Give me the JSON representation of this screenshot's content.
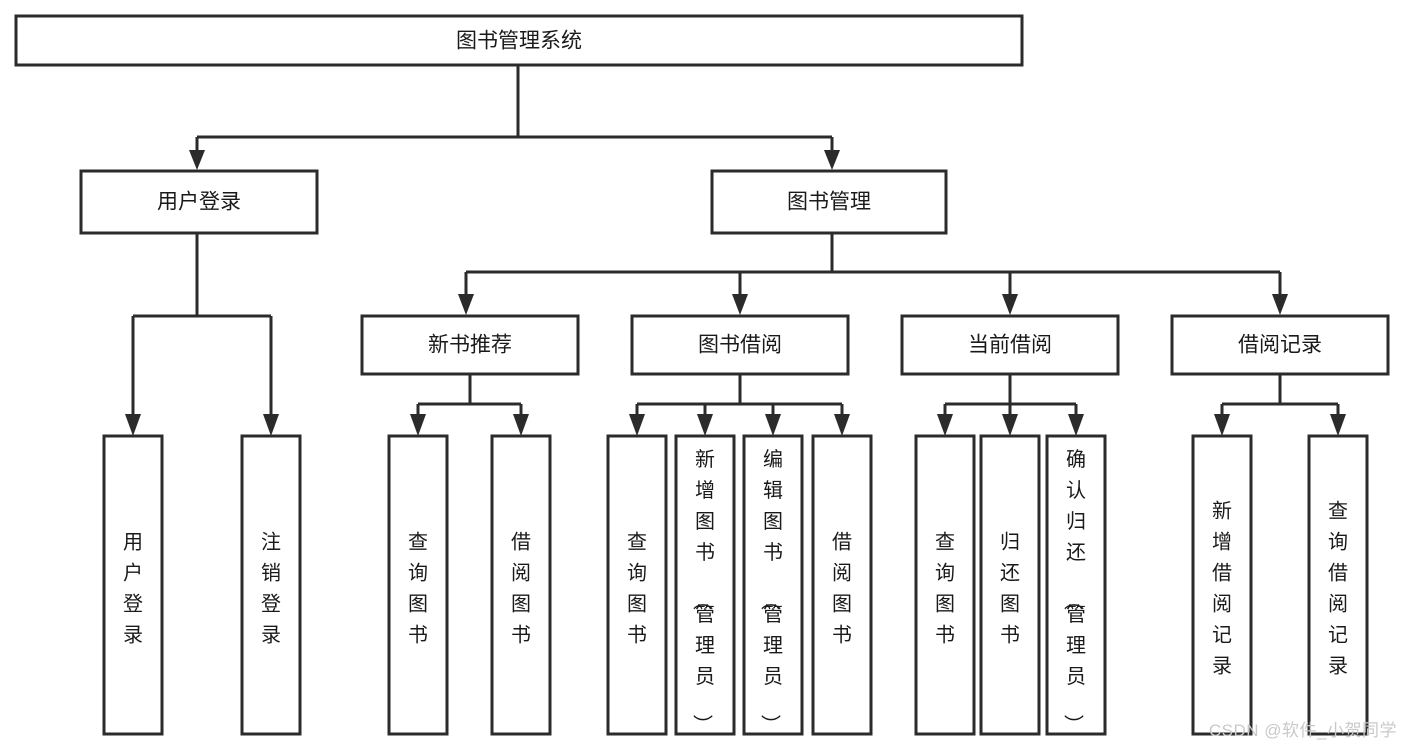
{
  "diagram": {
    "type": "tree-hierarchy-diagram",
    "title": "图书管理系统",
    "watermark": "CSDN @软件_小贺同学",
    "colors": {
      "background": "#ffffff",
      "node_fill": "#ffffff",
      "node_stroke": "#2b2b2b",
      "edge": "#2b2b2b",
      "label": "#1a1a1a",
      "watermark": "#c9c9c9"
    },
    "root": {
      "id": "root",
      "label": "图书管理系统"
    },
    "level2": [
      {
        "id": "user-login",
        "label": "用户登录"
      },
      {
        "id": "book-manage",
        "label": "图书管理"
      }
    ],
    "level3": [
      {
        "id": "new-book-recommend",
        "label": "新书推荐"
      },
      {
        "id": "book-borrow",
        "label": "图书借阅"
      },
      {
        "id": "current-borrow",
        "label": "当前借阅"
      },
      {
        "id": "borrow-record",
        "label": "借阅记录"
      }
    ],
    "leaves": {
      "user-login": [
        {
          "id": "leaf-user-login",
          "label": "用户登录"
        },
        {
          "id": "leaf-logout-login",
          "label": "注销登录"
        }
      ],
      "new-book-recommend": [
        {
          "id": "leaf-query-book-1",
          "label": "查询图书"
        },
        {
          "id": "leaf-borrow-book-1",
          "label": "借阅图书"
        }
      ],
      "book-borrow": [
        {
          "id": "leaf-query-book-2",
          "label": "查询图书"
        },
        {
          "id": "leaf-add-book",
          "label": "新增图书（管理员）"
        },
        {
          "id": "leaf-edit-book",
          "label": "编辑图书（管理员）"
        },
        {
          "id": "leaf-borrow-book-2",
          "label": "借阅图书"
        }
      ],
      "current-borrow": [
        {
          "id": "leaf-query-book-3",
          "label": "查询图书"
        },
        {
          "id": "leaf-return-book",
          "label": "归还图书"
        },
        {
          "id": "leaf-confirm-return",
          "label": "确认归还（管理员）"
        }
      ],
      "borrow-record": [
        {
          "id": "leaf-add-record",
          "label": "新增借阅记录"
        },
        {
          "id": "leaf-query-record",
          "label": "查询借阅记录"
        }
      ]
    }
  }
}
